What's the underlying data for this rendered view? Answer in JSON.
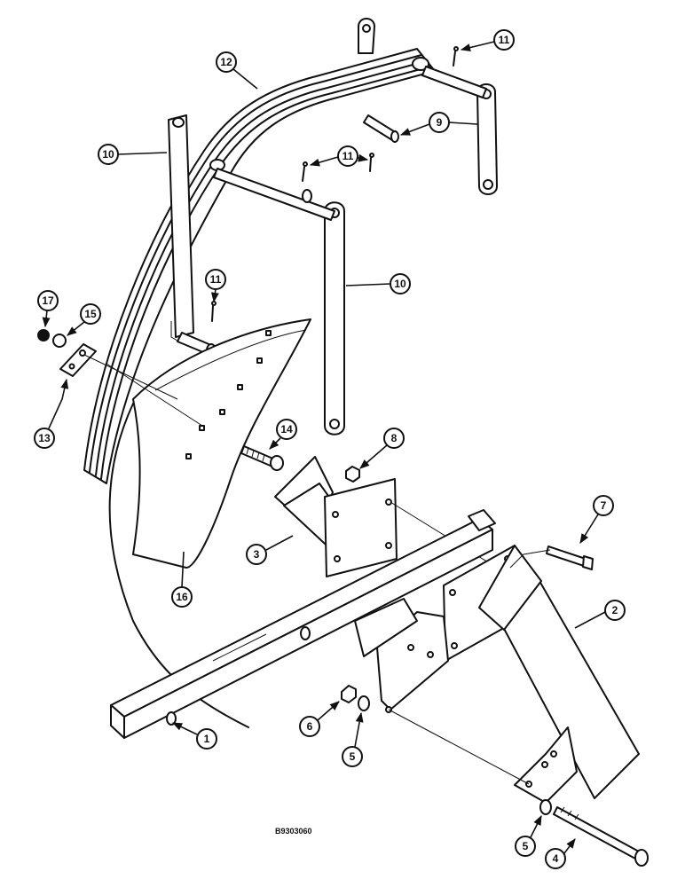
{
  "diagram": {
    "callouts": [
      "1",
      "2",
      "3",
      "4",
      "5",
      "5",
      "6",
      "7",
      "8",
      "9",
      "10",
      "10",
      "11",
      "11",
      "11",
      "12",
      "13",
      "14",
      "15",
      "16",
      "17"
    ],
    "drawing_code": "B9303060"
  }
}
